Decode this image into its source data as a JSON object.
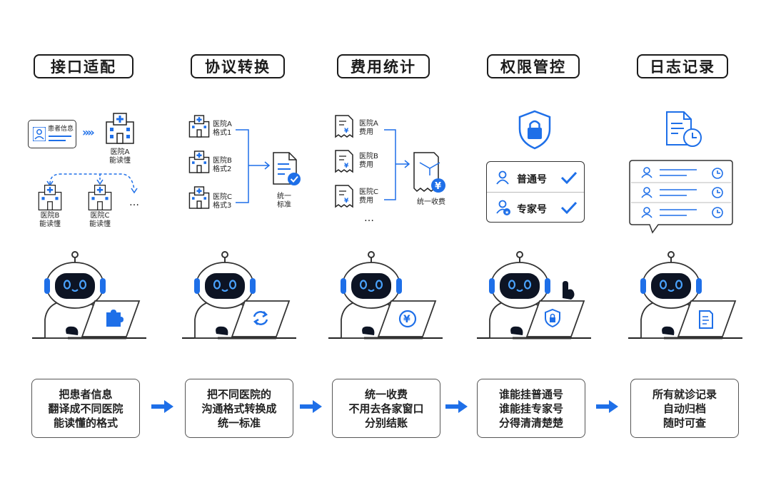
{
  "colors": {
    "accent": "#1e6fe8",
    "ink": "#1a1a1a",
    "face": "#0d1424",
    "eye": "#4aa3ff"
  },
  "sections": [
    {
      "title": "接口适配",
      "card_label": "患者信息",
      "hospital_a": [
        "医院A",
        "能读懂"
      ],
      "hospital_b": [
        "医院B",
        "能读懂"
      ],
      "hospital_c": [
        "医院C",
        "能读懂"
      ],
      "ellipsis": "…",
      "laptop_icon": "puzzle-icon",
      "desc": [
        "把患者信息",
        "翻译成不同医院",
        "能读懂的格式"
      ]
    },
    {
      "title": "协议转换",
      "rows": [
        [
          "医院A",
          "格式1"
        ],
        [
          "医院B",
          "格式2"
        ],
        [
          "医院C",
          "格式3"
        ]
      ],
      "result": [
        "统一",
        "标准"
      ],
      "laptop_icon": "refresh-icon",
      "desc": [
        "把不同医院的",
        "沟通格式转换成",
        "统一标准"
      ]
    },
    {
      "title": "费用统计",
      "rows": [
        [
          "医院A",
          "费用"
        ],
        [
          "医院B",
          "费用"
        ],
        [
          "医院C",
          "费用"
        ]
      ],
      "ellipsis": "…",
      "result": "统一收费",
      "laptop_icon": "yen-icon",
      "desc": [
        "统一收费",
        "不用去各家窗口",
        "分别结账"
      ]
    },
    {
      "title": "权限管控",
      "roles": [
        "普通号",
        "专家号"
      ],
      "laptop_icon": "lock-shield-icon",
      "desc": [
        "谁能挂普通号",
        "谁能挂专家号",
        "分得清清楚楚"
      ]
    },
    {
      "title": "日志记录",
      "laptop_icon": "document-icon",
      "desc": [
        "所有就诊记录",
        "自动归档",
        "随时可查"
      ]
    }
  ]
}
